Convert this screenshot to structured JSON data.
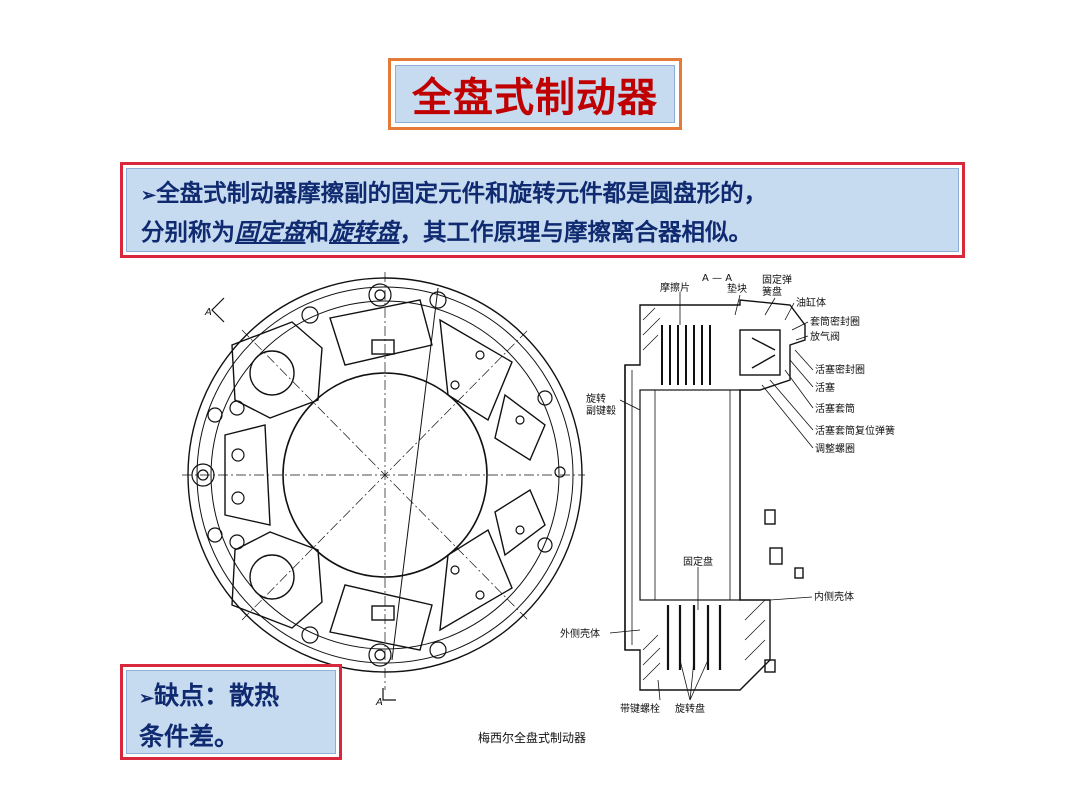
{
  "title": "全盘式制动器",
  "description": {
    "bullet": "➢",
    "part1": "全盘式制动器摩擦副的固定元件和旋转元件都是圆盘形的，",
    "part2": "分别称为",
    "term1": "固定盘",
    "part3": "和",
    "term2": "旋转盘",
    "part4": "，其工作原理与摩擦离合器相似。"
  },
  "drawback": {
    "bullet": "➢",
    "line1": "缺点：散热",
    "line2": "条件差。"
  },
  "figure": {
    "caption": "梅西尔全盘式制动器",
    "section_mark": "A",
    "section_title": "A — A",
    "labels": {
      "friction_plate": "摩擦片",
      "pad": "垫块",
      "fixed_spring_1": "固定弹",
      "fixed_spring_2": "簧盘",
      "cylinder_body": "油缸体",
      "sleeve_seal": "套筒密封圈",
      "bleed_valve": "放气阀",
      "piston_seal": "活塞密封圈",
      "piston": "活塞",
      "piston_sleeve": "活塞套筒",
      "reset_spring": "活塞套筒复位弹簧",
      "adjust_nut": "调整螺圈",
      "rot_hub_1": "旋转",
      "rot_hub_2": "副键毂",
      "fixed_disc": "固定盘",
      "inner_shell": "内侧壳体",
      "outer_shell": "外侧壳体",
      "key_bolt": "带键螺栓",
      "rotating_disc": "旋转盘"
    }
  }
}
